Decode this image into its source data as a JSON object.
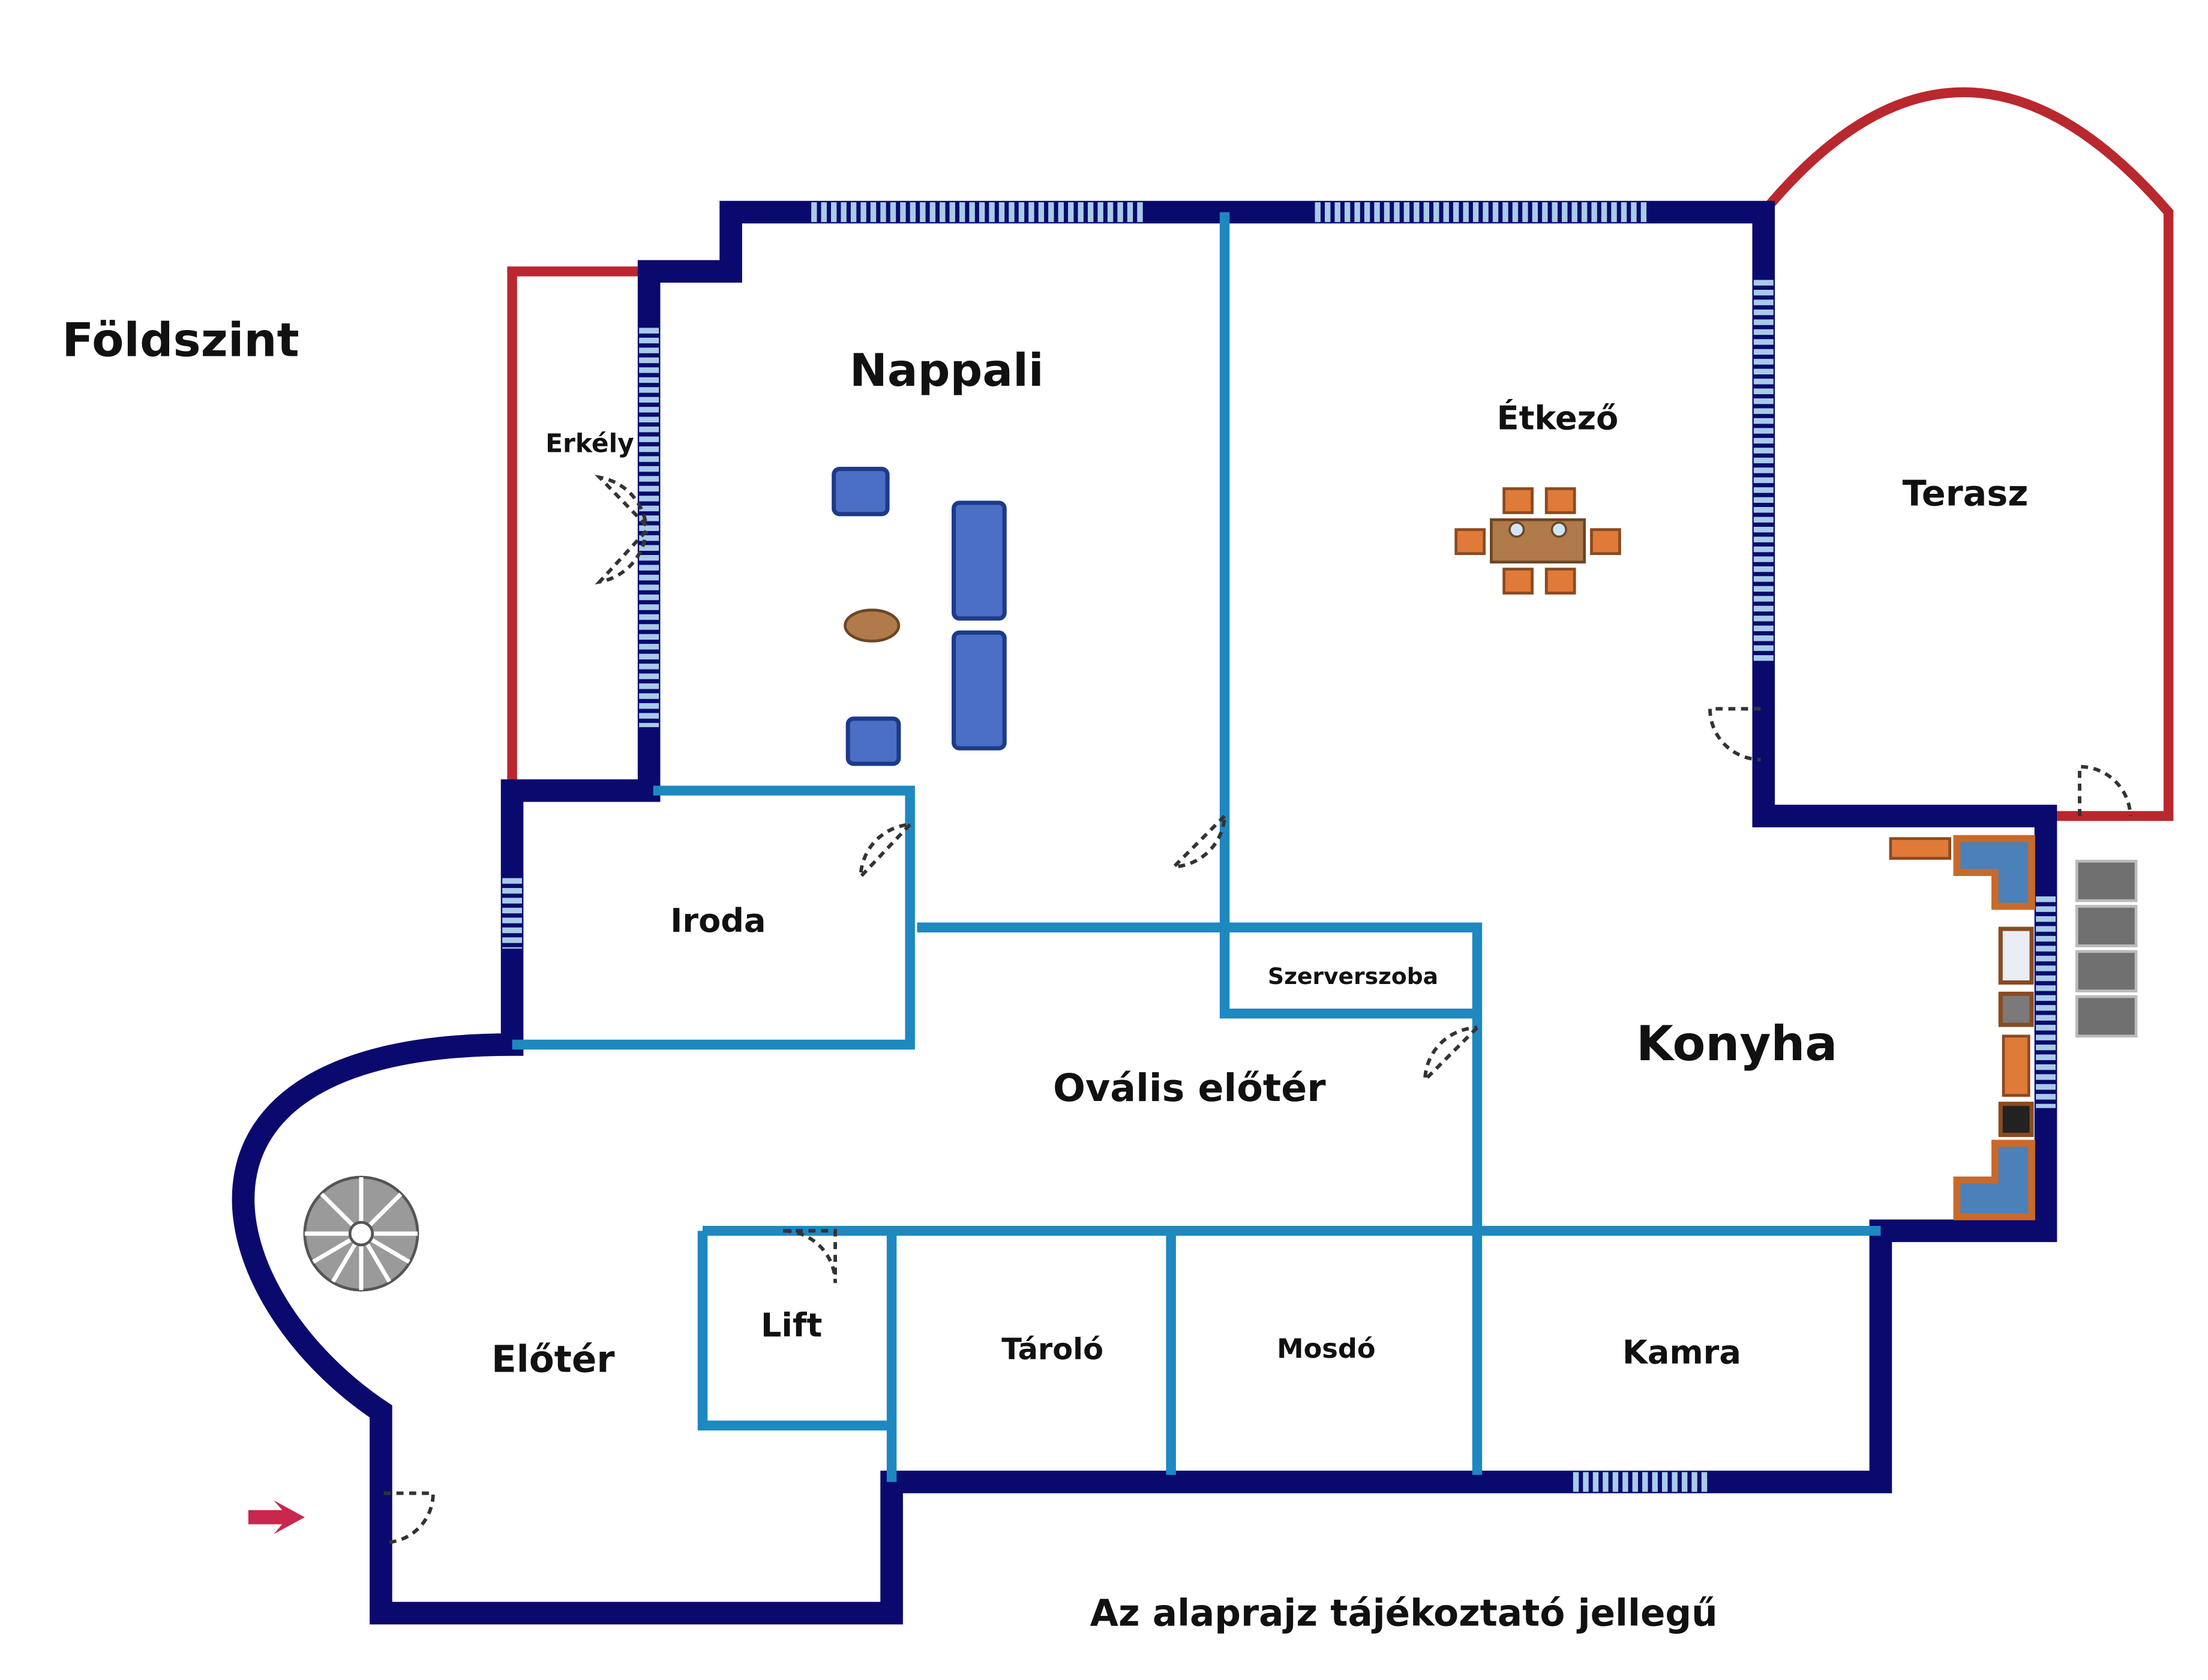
{
  "title": "Földszint",
  "footer_note": "Az alaprajz tájékoztató jellegű",
  "rooms": {
    "nappali": "Nappali",
    "etkezo": "Étkező",
    "terasz": "Terasz",
    "erkely": "Erkély",
    "iroda": "Iroda",
    "szerverszoba": "Szerverszoba",
    "konyha": "Konyha",
    "ovalis_eloter": "Ovális előtér",
    "eloter": "Előtér",
    "lift": "Lift",
    "tarolo": "Tároló",
    "mosdo": "Mosdó",
    "kamra": "Kamra"
  },
  "colors": {
    "outer_wall": "#0a0a6e",
    "inner_wall": "#1e88c0",
    "exterior_outline": "#b9282e",
    "window": "#a8cbe8",
    "entrance_arrow": "#c8284e"
  },
  "icons": {
    "entrance": "entrance-arrow-icon",
    "stairs": "spiral-staircase-icon"
  }
}
